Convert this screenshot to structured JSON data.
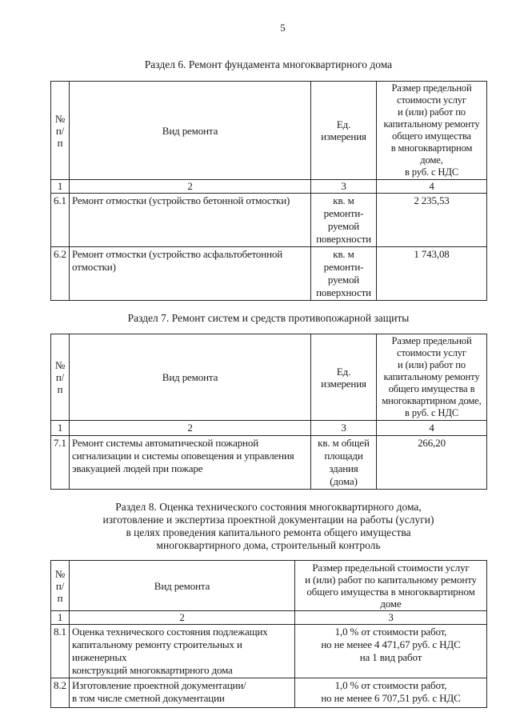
{
  "page_number": "5",
  "colors": {
    "text": "#1b1b1b",
    "border": "#272727",
    "background": "#ffffff"
  },
  "sections": [
    {
      "title": "Раздел 6. Ремонт фундамента многоквартирного дома",
      "table": {
        "columns": {
          "num": "№\nп/п",
          "type": "Вид ремонта",
          "unit": "Ед.\nизмерения",
          "cost": "Размер предельной\nстоимости услуг\nи (или) работ по\nкапитальному ремонту\nобщего имущества\nв многоквартирном доме,\nв руб. с НДС"
        },
        "column_numbers": [
          "1",
          "2",
          "3",
          "4"
        ],
        "rows": [
          {
            "num": "6.1",
            "type": "Ремонт отмостки (устройство бетонной отмостки)",
            "unit": "кв. м\nремонти-\nруемой\nповерхности",
            "cost": "2 235,53"
          },
          {
            "num": "6.2",
            "type": "Ремонт отмостки (устройство асфальтобетонной\nотмостки)",
            "unit": "кв. м\nремонти-\nруемой\nповерхности",
            "cost": "1 743,08"
          }
        ]
      }
    },
    {
      "title": "Раздел 7. Ремонт систем и средств противопожарной защиты",
      "table": {
        "columns": {
          "num": "№\nп/п",
          "type": "Вид ремонта",
          "unit": "Ед.\nизмерения",
          "cost": "Размер предельной\nстоимости услуг\nи (или) работ по\nкапитальному ремонту\nобщего имущества в\nмногоквартирном доме,\nв руб. с НДС"
        },
        "column_numbers": [
          "1",
          "2",
          "3",
          "4"
        ],
        "rows": [
          {
            "num": "7.1",
            "type": "Ремонт системы автоматической пожарной\nсигнализации и системы оповещения и управления\nэвакуацией людей при пожаре",
            "unit": "кв. м общей\nплощади\nздания\n(дома)",
            "cost": "266,20"
          }
        ]
      }
    },
    {
      "title": "Раздел 8. Оценка технического состояния многоквартирного дома,\nизготовление и экспертиза проектной документации на работы (услуги)\nв целях проведения капитального ремонта общего имущества\nмногоквартирного дома, строительный контроль",
      "table": {
        "columns": {
          "num": "№\nп/п",
          "type": "Вид ремонта",
          "cost": "Размер предельной стоимости услуг\nи (или) работ по капитальному ремонту\nобщего имущества в многоквартирном\nдоме"
        },
        "column_numbers": [
          "1",
          "2",
          "3"
        ],
        "rows": [
          {
            "num": "8.1",
            "type": "Оценка технического состояния подлежащих\nкапитальному ремонту строительных и инженерных\nконструкций многоквартирного дома",
            "cost": "1,0 % от стоимости работ,\nно не менее 4 471,67 руб. с НДС\nна 1 вид работ"
          },
          {
            "num": "8.2",
            "type": "Изготовление проектной документации/\nв том числе сметной документации",
            "cost": "1,0 % от стоимости работ,\nно не менее 6 707,51 руб. с НДС"
          }
        ]
      }
    }
  ]
}
